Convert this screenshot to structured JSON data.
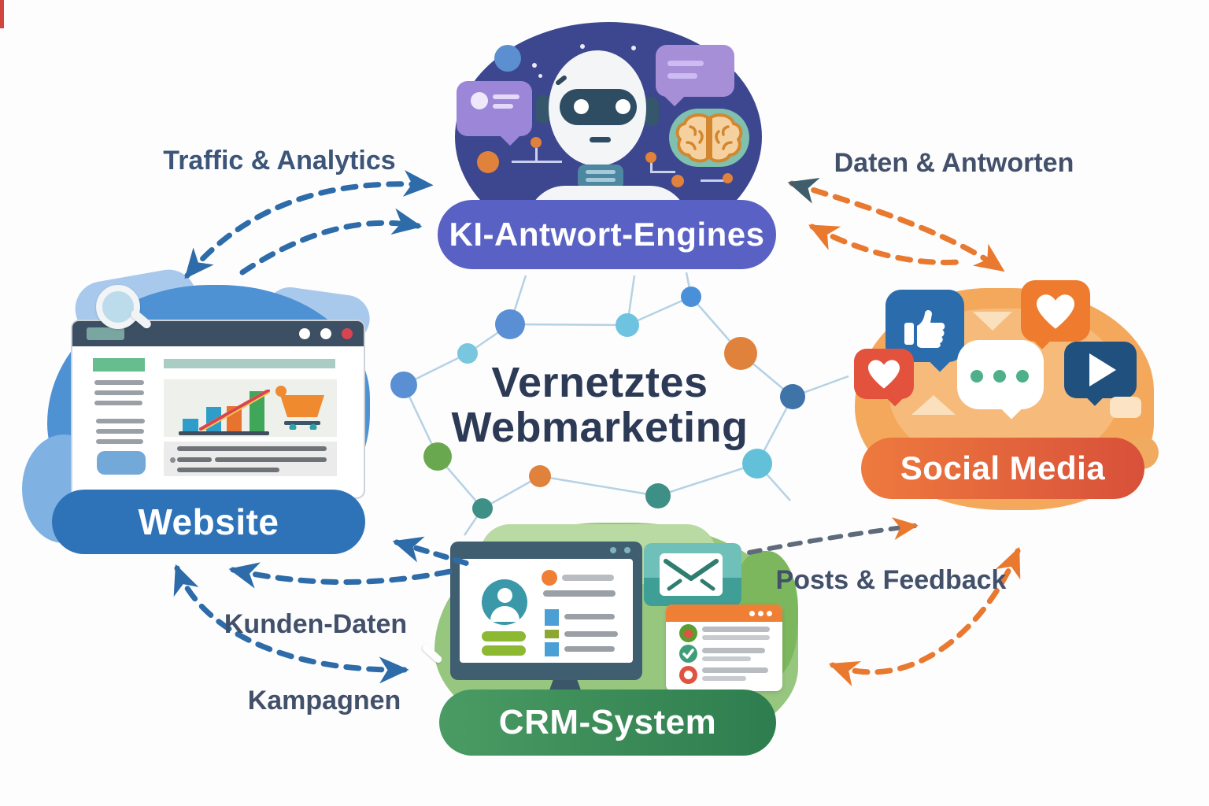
{
  "title": {
    "line1": "Vernetztes",
    "line2": "Webmarketing"
  },
  "nodes": {
    "ki": {
      "label": "KI-Antwort-Engines"
    },
    "website": {
      "label": "Website"
    },
    "social": {
      "label": "Social Media"
    },
    "crm": {
      "label": "CRM-System"
    }
  },
  "edges": {
    "traffic_analytics": {
      "label": "Traffic & Analytics"
    },
    "daten_antworten": {
      "label": "Daten & Antworten"
    },
    "kunden_daten": {
      "label": "Kunden-Daten"
    },
    "kampagnen": {
      "label": "Kampagnen"
    },
    "posts_feedback": {
      "label": "Posts & Feedback"
    }
  },
  "colors": {
    "arrow-blue": "#2d6ca8",
    "arrow-orange": "#e8792f",
    "arrow-gray": "#5f6b7a",
    "arrowhead-teal": "#3f5d6b",
    "pill-ki": "#5a61c4",
    "pill-website": "#2e73b8",
    "pill-social-1": "#ee7a3e",
    "pill-social-2": "#d8503a",
    "pill-crm-1": "#4a9b63",
    "pill-crm-2": "#2e7d4f",
    "title-navy": "#2c3a55",
    "label-blue": "#3c5578",
    "label-slate": "#42506a"
  }
}
